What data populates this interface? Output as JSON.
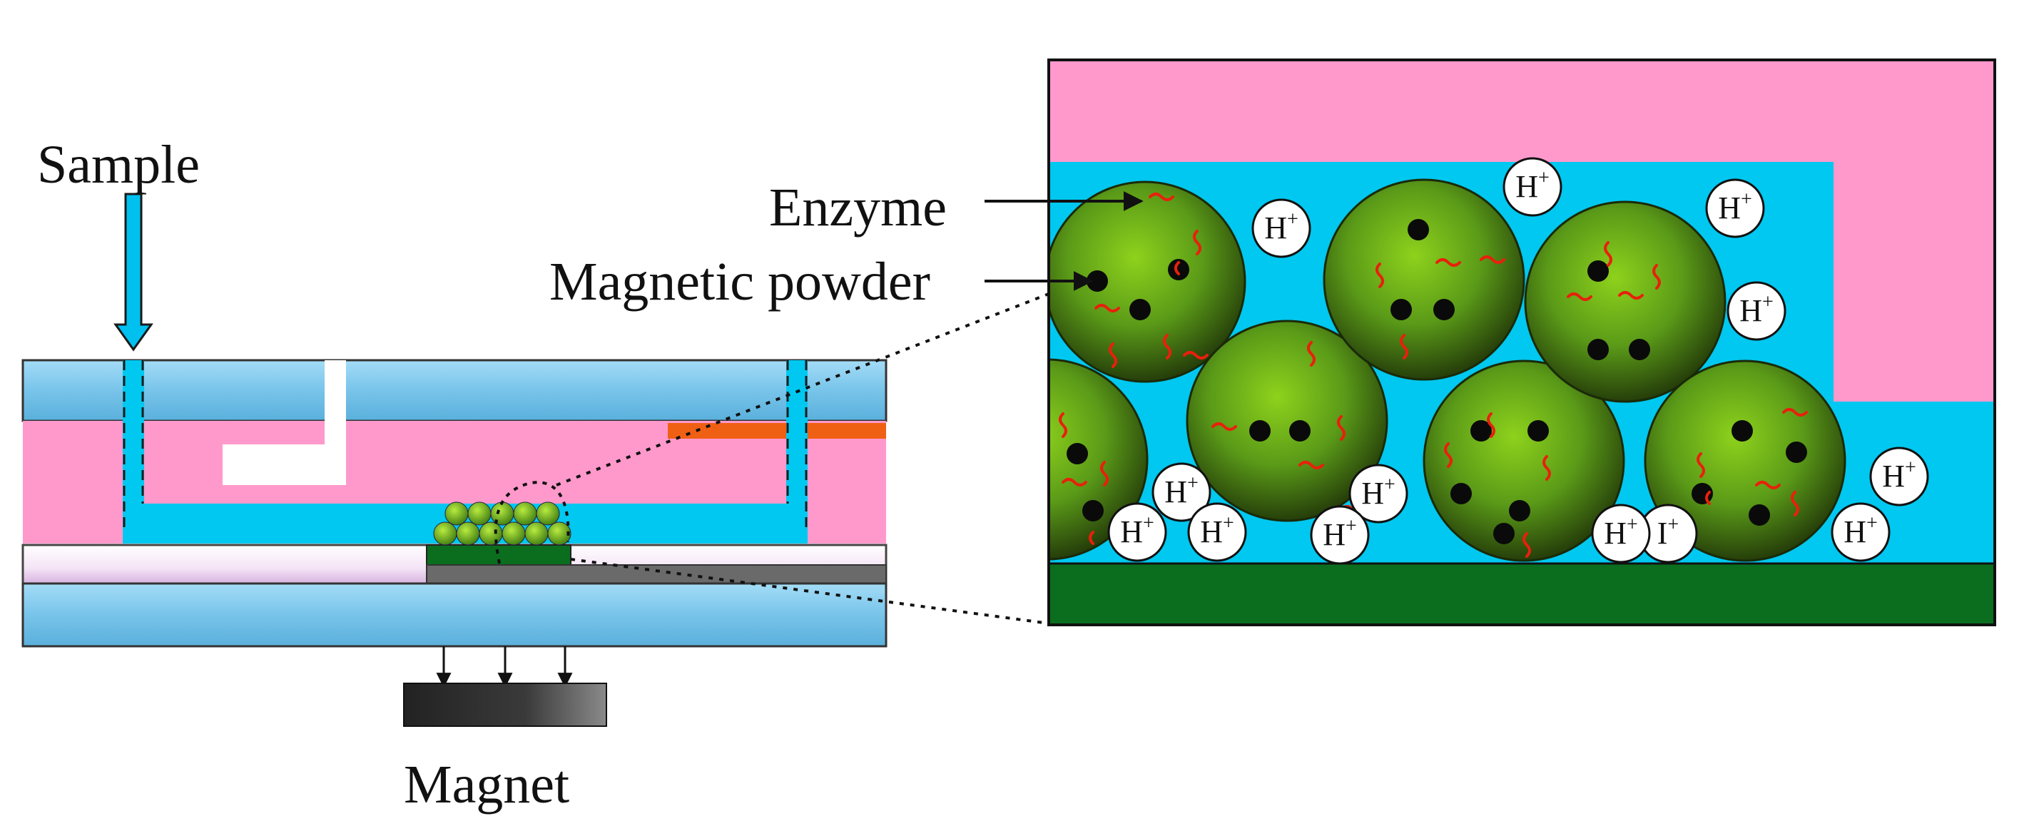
{
  "labels": {
    "sample": "Sample",
    "enzyme": "Enzyme",
    "magnetic_powder": "Magnetic powder",
    "magnet": "Magnet"
  },
  "ions": {
    "base": "H",
    "sup": "+",
    "partial": "I"
  },
  "colors": {
    "pink": "#ff99cc",
    "cyan": "#00c8f0",
    "light_blue": "#8ed0f0",
    "green_layer": "#0a6e1e",
    "bead_center": "#7fc81a",
    "bead_edge": "#2a4a0a",
    "enzyme_red": "#e8200c",
    "electrode_orange": "#f06014",
    "magnet_dark": "#333333"
  }
}
